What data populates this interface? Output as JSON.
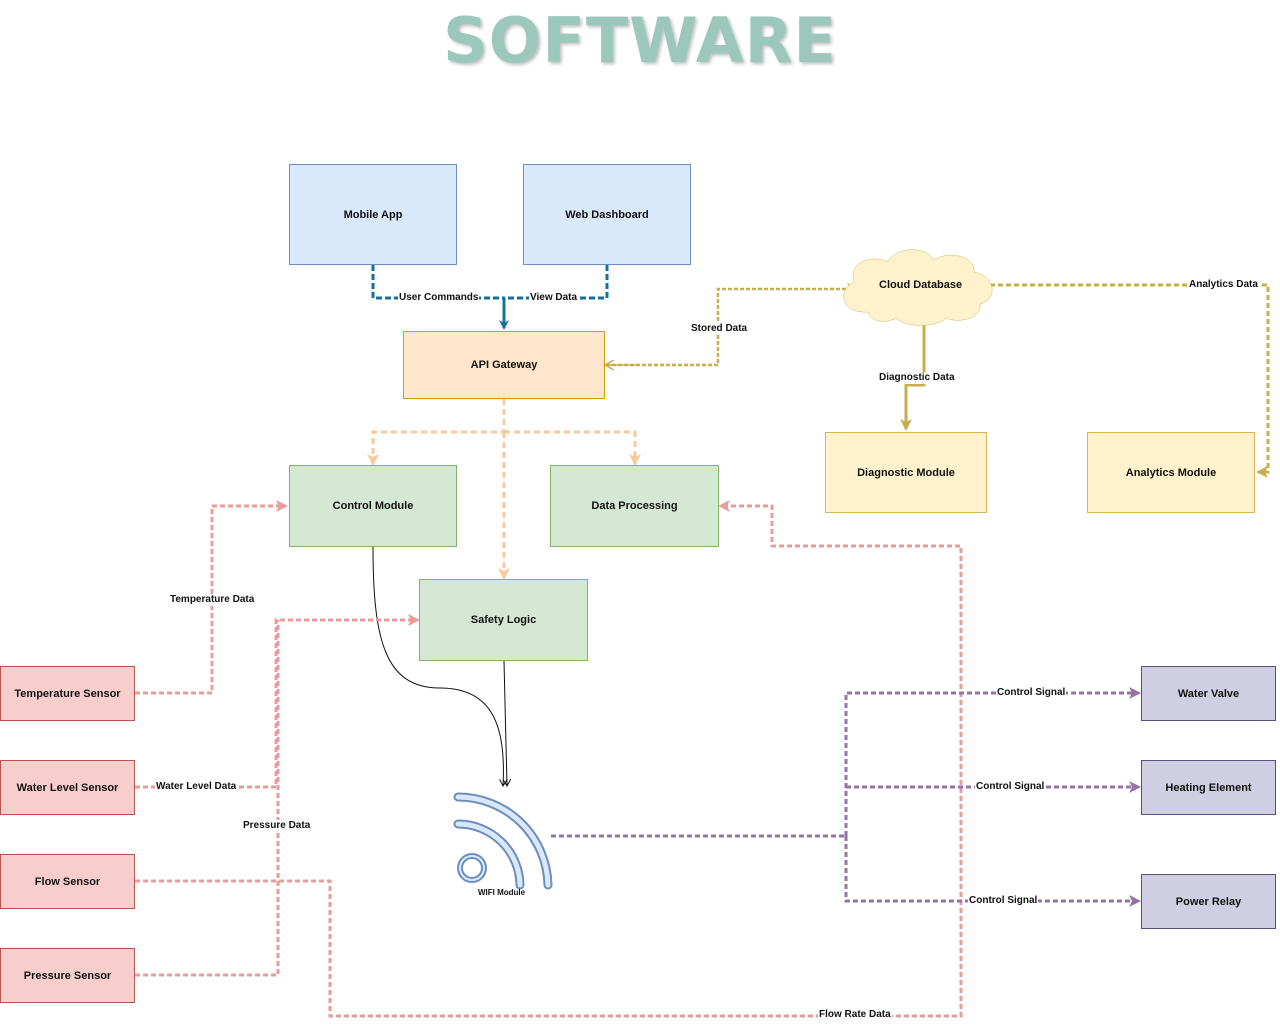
{
  "title": "SOFTWARE",
  "colors": {
    "title": "#9cc8bc",
    "blue_edge": "#10739e",
    "orange_edge": "#f8c99a",
    "gold_edge": "#c9ad4f",
    "red_edge": "#ea9c9a",
    "purple_edge": "#9673a6"
  },
  "nodes": {
    "mobile_app": "Mobile App",
    "web_dashboard": "Web Dashboard",
    "api_gateway": "API Gateway",
    "cloud_database": "Cloud Database",
    "control_module": "Control Module",
    "data_processing": "Data Processing",
    "safety_logic": "Safety Logic",
    "diagnostic_module": "Diagnostic Module",
    "analytics_module": "Analytics Module",
    "temperature_sensor": "Temperature Sensor",
    "water_level_sensor": "Water Level Sensor",
    "flow_sensor": "Flow Sensor",
    "pressure_sensor": "Pressure Sensor",
    "water_valve": "Water Valve",
    "heating_element": "Heating Element",
    "power_relay": "Power Relay",
    "wifi_module": "WIFI Module"
  },
  "edges": {
    "user_commands": "User Commands",
    "view_data": "View Data",
    "stored_data": "Stored Data",
    "diagnostic_data": "Diagnostic Data",
    "analytics_data": "Analytics Data",
    "temperature_data": "Temperature Data",
    "water_level_data": "Water Level Data",
    "pressure_data": "Pressure Data",
    "flow_rate_data": "Flow Rate Data",
    "control_signal_valve": "Control Signal",
    "control_signal_heating": "Control Signal",
    "control_signal_relay": "Control Signal"
  },
  "icons": {
    "wifi": "wifi-icon",
    "cloud": "cloud-shape"
  }
}
